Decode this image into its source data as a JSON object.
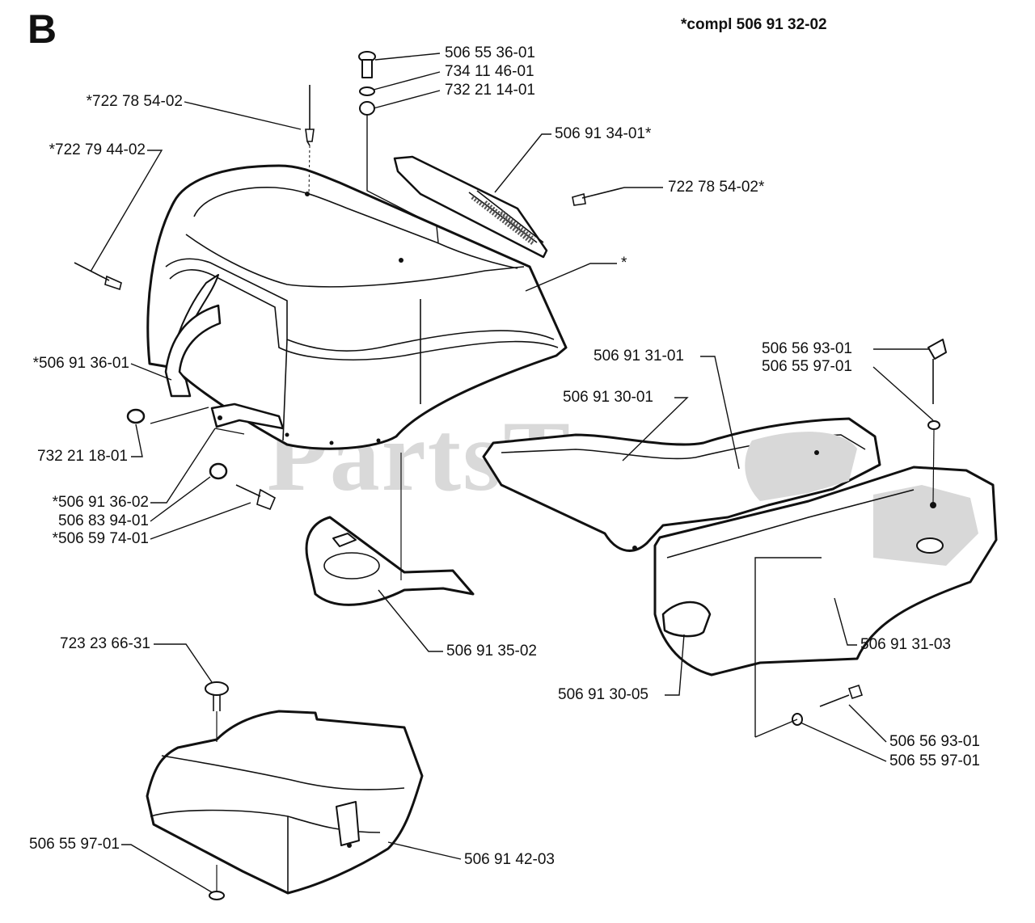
{
  "section_letter": "B",
  "compl_note": "*compl 506 91 32-02",
  "watermark": {
    "text": "PartsTree",
    "mark": "™"
  },
  "callouts": [
    {
      "id": "c1",
      "text": "506 55 36-01"
    },
    {
      "id": "c2",
      "text": "734 11 46-01"
    },
    {
      "id": "c3",
      "text": "732 21 14-01"
    },
    {
      "id": "c4",
      "text": "*722 78 54-02"
    },
    {
      "id": "c5",
      "text": "*722 79 44-02"
    },
    {
      "id": "c6",
      "text": "506 91 34-01*"
    },
    {
      "id": "c7",
      "text": "722 78 54-02*"
    },
    {
      "id": "c8",
      "text": "*"
    },
    {
      "id": "c9",
      "text": "*506 91 36-01"
    },
    {
      "id": "c10",
      "text": "732 21 18-01"
    },
    {
      "id": "c11",
      "text": "*506 91 36-02"
    },
    {
      "id": "c12",
      "text": "506 83 94-01"
    },
    {
      "id": "c13",
      "text": "*506 59 74-01"
    },
    {
      "id": "c14",
      "text": "506 91 31-01"
    },
    {
      "id": "c15",
      "text": "506 91 30-01"
    },
    {
      "id": "c16",
      "text": "506 56 93-01"
    },
    {
      "id": "c17",
      "text": "506 55 97-01"
    },
    {
      "id": "c18",
      "text": "506 91 35-02"
    },
    {
      "id": "c19",
      "text": "506 91 31-03"
    },
    {
      "id": "c20",
      "text": "723 23 66-31"
    },
    {
      "id": "c21",
      "text": "506 91 30-05"
    },
    {
      "id": "c22",
      "text": "506 56 93-01"
    },
    {
      "id": "c23",
      "text": "506 55 97-01"
    },
    {
      "id": "c24",
      "text": "506 55 97-01"
    },
    {
      "id": "c25",
      "text": "506 91 42-03"
    }
  ]
}
